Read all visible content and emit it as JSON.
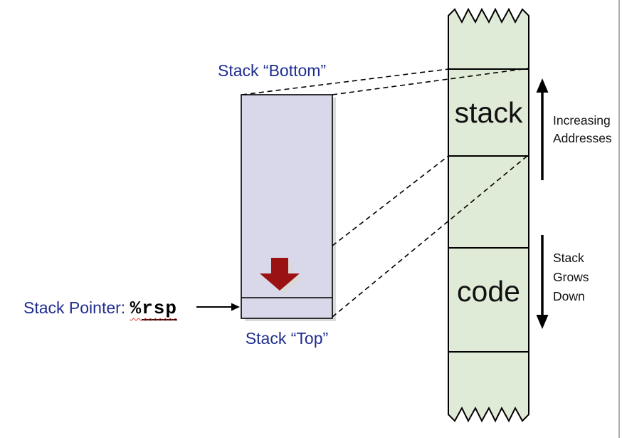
{
  "diagram": {
    "labels": {
      "stack_bottom": "Stack “Bottom”",
      "stack_top": "Stack “Top”",
      "stack_pointer_prefix": "Stack Pointer: ",
      "register_percent": "%",
      "register_name": "rsp"
    },
    "memory_map": {
      "regions": [
        {
          "label": "",
          "edge": "torn-top"
        },
        {
          "label": "stack"
        },
        {
          "label": ""
        },
        {
          "label": "code"
        },
        {
          "label": "",
          "edge": "torn-bottom"
        }
      ]
    },
    "annotations": {
      "increasing_line1": "Increasing",
      "increasing_line2": "Addresses",
      "grows_line1": "Stack",
      "grows_line2": "Grows",
      "grows_line3": "Down"
    },
    "colors": {
      "label_navy": "#1F2D8F",
      "register_black": "#000000",
      "spellcheck_red": "#E03131",
      "grow_arrow_red": "#9B1212",
      "detail_fill_lavender": "#D8D8EA",
      "memory_fill_green": "#DFEBD6",
      "shadow_gray": "#DBDBDB",
      "outline_black": "#000000",
      "slide_border_gray": "#ACACAC"
    }
  }
}
